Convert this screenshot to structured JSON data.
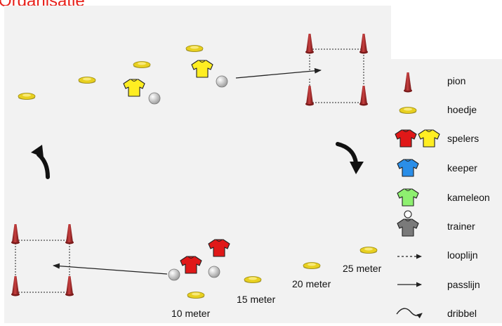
{
  "title": "Organisatie",
  "distances": [
    {
      "id": "10",
      "label": "10 meter"
    },
    {
      "id": "15",
      "label": "15 meter"
    },
    {
      "id": "20",
      "label": "20 meter"
    },
    {
      "id": "25",
      "label": "25 meter"
    }
  ],
  "legend": [
    {
      "id": "pion",
      "label": "pion"
    },
    {
      "id": "hoedje",
      "label": "hoedje"
    },
    {
      "id": "spelers",
      "label": "spelers"
    },
    {
      "id": "keeper",
      "label": "keeper"
    },
    {
      "id": "kameleon",
      "label": "kameleon"
    },
    {
      "id": "trainer",
      "label": "trainer"
    },
    {
      "id": "looplijn",
      "label": "looplijn"
    },
    {
      "id": "passlijn",
      "label": "passlijn"
    },
    {
      "id": "dribbel",
      "label": "dribbel"
    }
  ],
  "colors": {
    "title": "#e8201a",
    "player_red": "#e01818",
    "player_yellow": "#ffee22",
    "keeper": "#2a8ee8",
    "kameleon": "#8ef070",
    "trainer": "#7a7a7a",
    "cone": "#a82a2a",
    "marker": "#e0c818"
  }
}
